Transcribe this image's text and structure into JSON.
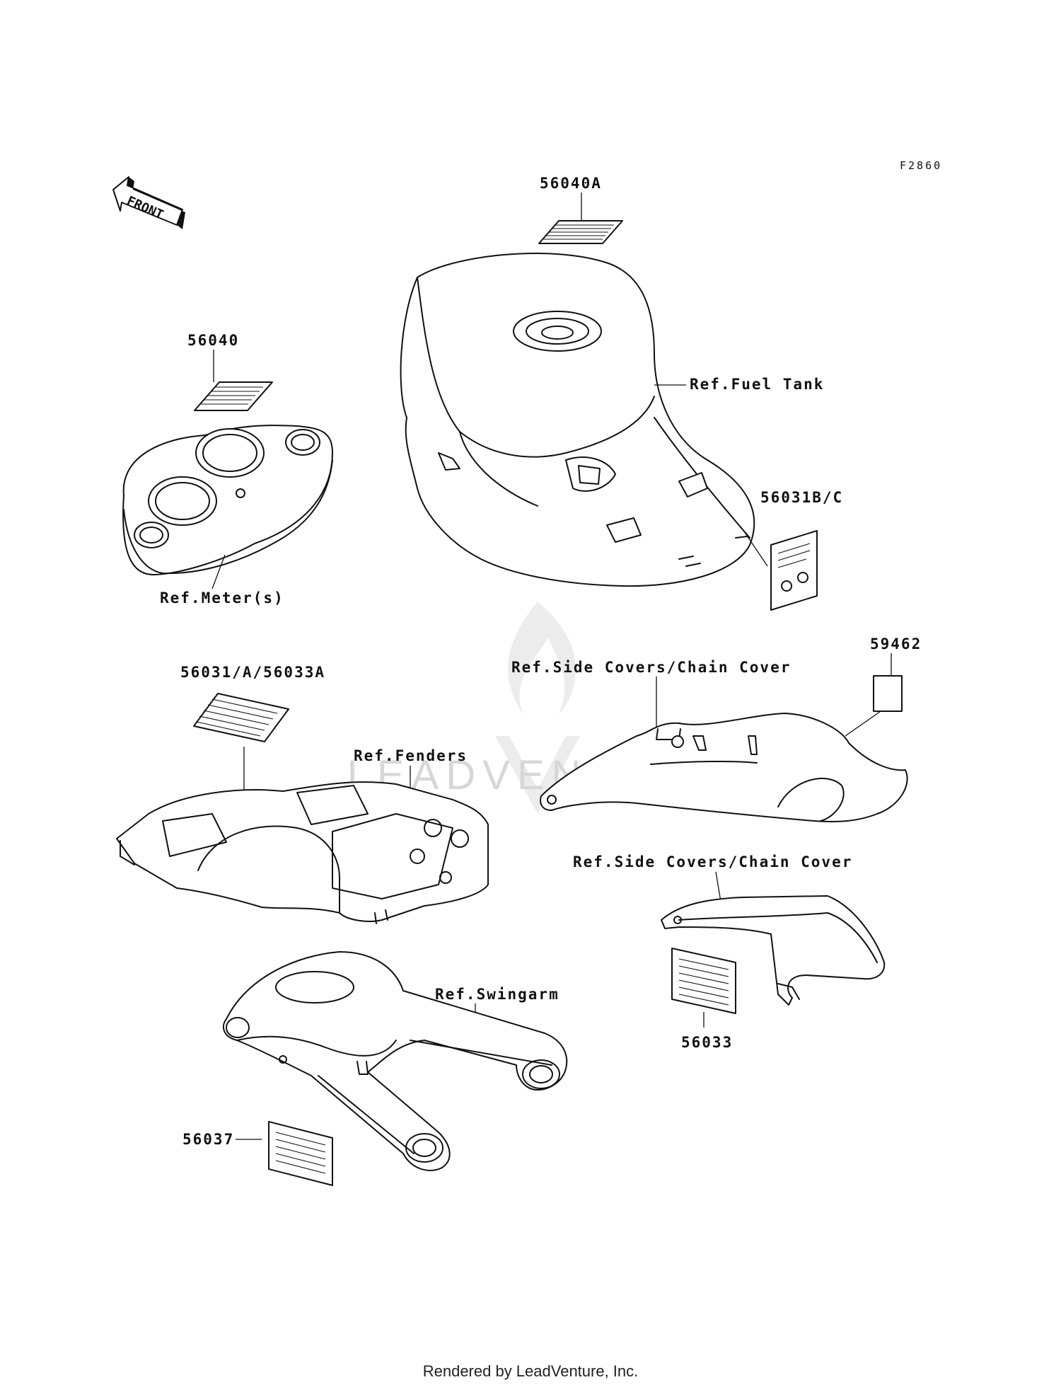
{
  "diagram_code": "F2860",
  "front_marker": "FRONT",
  "watermark": "LEADVENTURE",
  "footer": "Rendered by LeadVenture, Inc.",
  "parts": {
    "p56040A": "56040A",
    "p56040": "56040",
    "p56031BC": "56031B/C",
    "p59462": "59462",
    "p56031A56033A": "56031/A/56033A",
    "p56033": "56033",
    "p56037": "56037"
  },
  "refs": {
    "fuel_tank": "Ref.Fuel Tank",
    "meters": "Ref.Meter(s)",
    "side_covers_1": "Ref.Side Covers/Chain Cover",
    "fenders": "Ref.Fenders",
    "side_covers_2": "Ref.Side Covers/Chain Cover",
    "swingarm": "Ref.Swingarm"
  }
}
